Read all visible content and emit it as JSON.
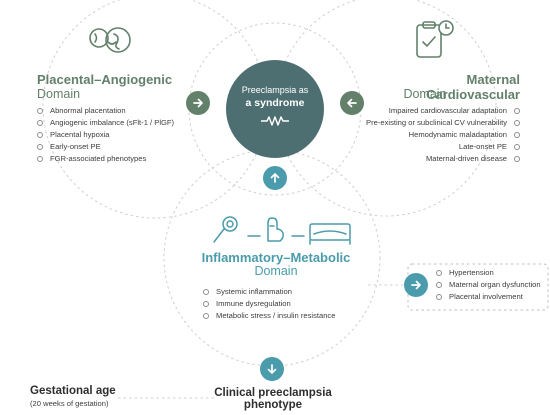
{
  "center": {
    "line1": "Preeclampsia as",
    "line2": "a syndrome"
  },
  "placental": {
    "title": "Placental–Angiogenic",
    "subtitle": "Domain",
    "items": [
      "Abnormal placentation",
      "Angiogenic imbalance (sFlt-1 / PlGF)",
      "Placental hypoxia",
      "Early-onset PE",
      "FGR-associated phenotypes"
    ]
  },
  "maternal": {
    "title": "Maternal Cardiovascular",
    "subtitle": "Domain",
    "items": [
      "Impaired cardiovascular adaptation",
      "Pre-existing or subclinical CV vulnerability",
      "Hemodynamic maladaptation",
      "Late-onset PE",
      "Maternal-driven disease"
    ]
  },
  "inflammatory": {
    "title": "Inflammatory–Metabolic",
    "subtitle": "Domain",
    "items": [
      "Systemic inflammation",
      "Immune dysregulation",
      "Metabolic stress / insulin resistance"
    ]
  },
  "outcomes": {
    "items": [
      "Hypertension",
      "Maternal organ dysfunction",
      "Placental involvement"
    ]
  },
  "gestational": {
    "title": "Gestational age",
    "subtitle": "(20 weeks of gestation)"
  },
  "clinical": {
    "line1": "Clinical preeclampsia",
    "line2": "phenotype"
  },
  "colors": {
    "green": "#62806a",
    "teal": "#4a9bab",
    "center": "#4e6f71"
  }
}
